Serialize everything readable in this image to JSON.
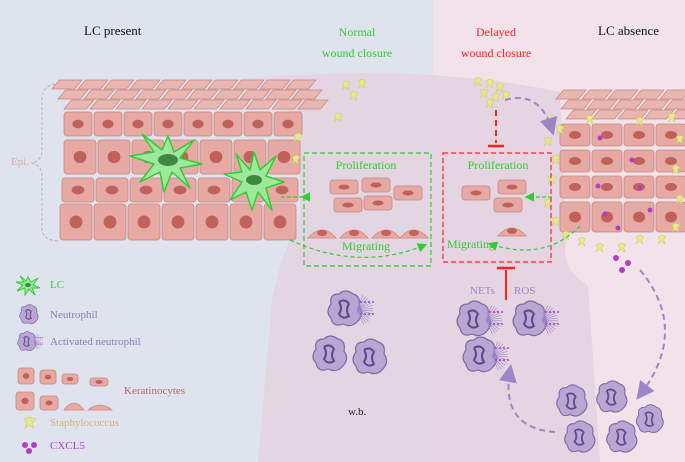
{
  "headers": {
    "left": "LC present",
    "right": "LC absence",
    "normal_line1": "Normal",
    "normal_line2": "wound closure",
    "delayed_line1": "Delayed",
    "delayed_line2": "wound closure"
  },
  "labels": {
    "epi": "Epi.",
    "proliferation_left": "Proliferation",
    "migrating_left": "Migrating",
    "proliferation_right": "Proliferation",
    "migrating_right": "Migrating",
    "nets": "NETs",
    "ros": "ROS",
    "wb": "w.b."
  },
  "legend": {
    "lc": "LC",
    "neutrophil": "Neutrophil",
    "activated_neutrophil": "Activated neutrophil",
    "keratinocytes": "Keratinocytes",
    "staphylococcus": "Staphylococcus",
    "cxcl5": "CXCL5"
  },
  "colors": {
    "left_bg": "#dfe3ee",
    "right_bg": "#f2e2ea",
    "wound_bed": "#e3d3e0",
    "cell_fill": "#e7a9a4",
    "cell_stroke": "#c98580",
    "nucleus": "#c0615b",
    "lc_green": "#33cc33",
    "neutrophil": "#a58fc0",
    "normal_text": "#33cc33",
    "delayed_text": "#ff2020",
    "arrow_purple": "#9a86c8",
    "staph": "#e6e88a",
    "cxcl5": "#b13fc6"
  }
}
